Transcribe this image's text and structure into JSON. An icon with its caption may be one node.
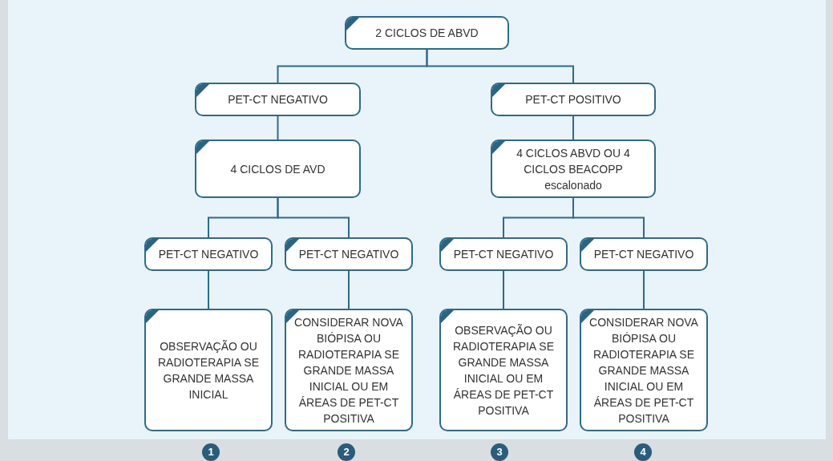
{
  "diagram": {
    "nodes": [
      {
        "text": [
          "2 CICLOS DE ABVD"
        ]
      },
      {
        "text": [
          "PET-CT NEGATIVO"
        ]
      },
      {
        "text": [
          "PET-CT POSITIVO"
        ]
      },
      {
        "text": [
          "4 CICLOS DE AVD"
        ]
      },
      {
        "text": [
          "4 CICLOS ABVD OU 4 CICLOS BEACOPP escalonado"
        ]
      },
      {
        "text": [
          "PET-CT NEGATIVO"
        ]
      },
      {
        "text": [
          "PET-CT NEGATIVO"
        ]
      },
      {
        "text": [
          "PET-CT NEGATIVO"
        ]
      },
      {
        "text": [
          "PET-CT NEGATIVO"
        ]
      },
      {
        "text": [
          "OBSERVAÇÃO OU RADIOTERAPIA SE GRANDE MASSA INICIAL"
        ]
      },
      {
        "text": [
          "CONSIDERAR NOVA BIÓPISA OU RADIOTERAPIA SE GRANDE MASSA INICIAL OU EM ÁREAS DE PET-CT POSITIVA"
        ]
      },
      {
        "text": [
          "OBSERVAÇÃO OU RADIOTERAPIA SE GRANDE MASSA INICIAL OU EM ÁREAS DE PET-CT POSITIVA"
        ]
      },
      {
        "text": [
          "CONSIDERAR NOVA BIÓPISA OU RADIOTERAPIA SE GRANDE MASSA INICIAL OU EM ÁREAS DE PET-CT POSITIVA"
        ]
      }
    ],
    "edges": [
      {
        "from": 0,
        "to": 1,
        "arrow": "none"
      },
      {
        "from": 0,
        "to": 2,
        "arrow": "none"
      },
      {
        "from": 1,
        "to": 3,
        "arrow": "none"
      },
      {
        "from": 2,
        "to": 4,
        "arrow": "none"
      },
      {
        "from": 3,
        "to": 5,
        "arrow": "none"
      },
      {
        "from": 3,
        "to": 6,
        "arrow": "none"
      },
      {
        "from": 4,
        "to": 7,
        "arrow": "none"
      },
      {
        "from": 4,
        "to": 8,
        "arrow": "none"
      },
      {
        "from": 5,
        "to": 9,
        "arrow": "none"
      },
      {
        "from": 6,
        "to": 10,
        "arrow": "none"
      },
      {
        "from": 7,
        "to": 11,
        "arrow": "none"
      },
      {
        "from": 8,
        "to": 12,
        "arrow": "none"
      }
    ],
    "labels": [
      "1",
      "2",
      "3",
      "4"
    ]
  }
}
